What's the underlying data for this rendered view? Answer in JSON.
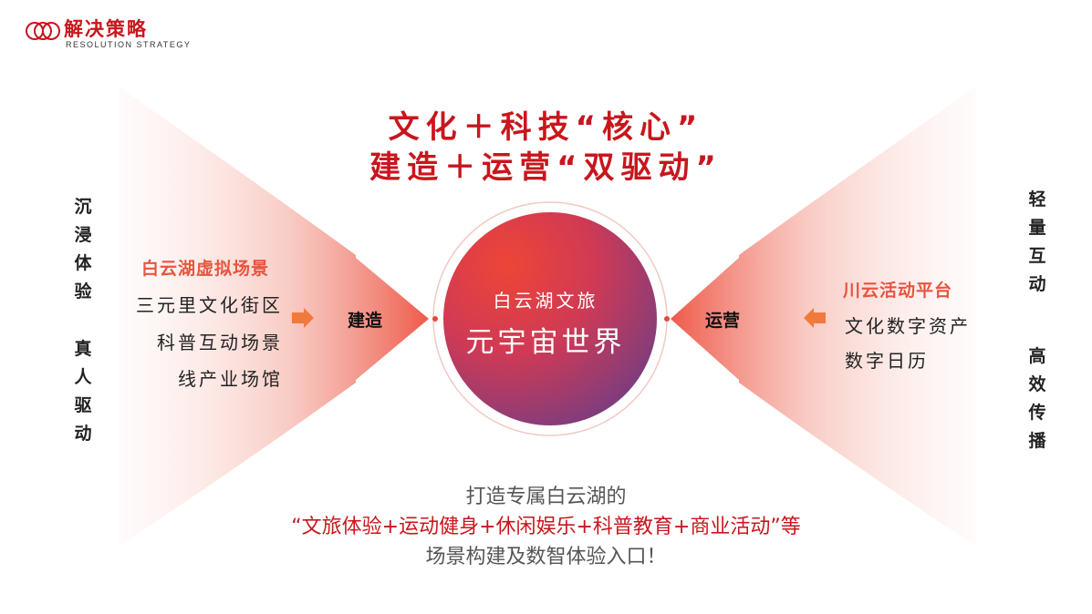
{
  "logo": {
    "title": "解决策略",
    "subtitle": "RESOLUTION STRATEGY",
    "icon": "interlocking-rings-icon"
  },
  "headline": {
    "line1": "文化＋科技“核心”",
    "line2": "建造＋运营“双驱动”"
  },
  "left_vertical": {
    "group1": [
      "沉",
      "浸",
      "体",
      "验"
    ],
    "group2": [
      "真",
      "人",
      "驱",
      "动"
    ]
  },
  "right_vertical": {
    "group1": [
      "轻",
      "量",
      "互",
      "动"
    ],
    "group2": [
      "高",
      "效",
      "传",
      "播"
    ]
  },
  "left_panel": {
    "title": "白云湖虚拟场景",
    "items": [
      "三元里文化街区",
      "科普互动场景",
      "线产业场馆"
    ],
    "tag": "建造",
    "arrow_icon": "arrow-right-icon"
  },
  "right_panel": {
    "title": "川云活动平台",
    "items": [
      "文化数字资产",
      "数字日历"
    ],
    "tag": "运营",
    "arrow_icon": "arrow-left-icon"
  },
  "center": {
    "line1": "白云湖文旅",
    "line2": "元宇宙世界"
  },
  "bottom": {
    "line1": "打造专属白云湖的",
    "line2": "“文旅体验+运动健身+休闲娱乐+科普教育+商业活动”等",
    "line3": "场景构建及数智体验入口！"
  },
  "colors": {
    "brand_red": "#c8161d",
    "accent_orange": "#e8553f",
    "arrow_orange": "#f07a3c",
    "circle_purple": "#7b3f8a"
  }
}
